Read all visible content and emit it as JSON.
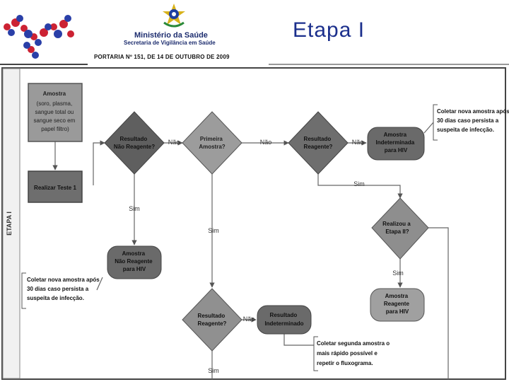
{
  "header": {
    "title": "Etapa I",
    "ministry": "Ministério da Saúde",
    "secretaria": "Secretaria de Vigilância em Saúde",
    "portaria": "PORTARIA Nº 151, DE 14 DE OUTUBRO DE 2009"
  },
  "diagram": {
    "lane_label": "ETAPA I",
    "amostra": [
      "Amostra",
      "(soro, plasma,",
      "sangue total ou",
      "sangue seco em",
      "papel filtro)"
    ],
    "realizar_teste": "Realizar Teste 1",
    "d1": [
      "Resultado",
      "Não Reagente?"
    ],
    "d2": [
      "Primeira",
      "Amostra?"
    ],
    "d3": [
      "Resultado",
      "Reagente?"
    ],
    "d4": [
      "Realizou a",
      "Etapa II?"
    ],
    "d5": [
      "Resultado",
      "Reagente?"
    ],
    "t_indeterminada": [
      "Amostra",
      "Indeterminada",
      "para HIV"
    ],
    "t_nao_reagente": [
      "Amostra",
      "Não Reagente",
      "para HIV"
    ],
    "t_reagente": [
      "Amostra",
      "Reagente",
      "para HIV"
    ],
    "t_indeterminado": [
      "Resultado",
      "Indeterminado"
    ],
    "note_top": [
      "Coletar nova amostra após",
      "30 dias caso persista a",
      "suspeita de infecção."
    ],
    "note_left": [
      "Coletar nova amostra após",
      "30 dias caso persista a",
      "suspeita de infecção."
    ],
    "note_bottom": [
      "Coletar segunda amostra o",
      "mais rápido possível e",
      "repetir o fluxograma."
    ],
    "lbl_nao": "Não",
    "lbl_sim": "Sim"
  }
}
